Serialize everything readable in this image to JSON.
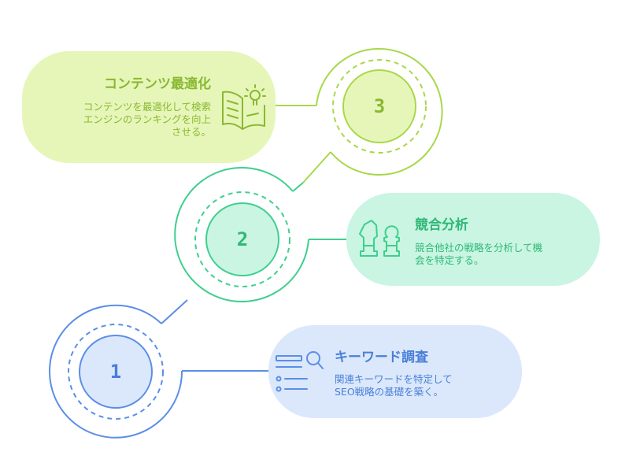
{
  "colors": {
    "step1": "#5b8ee6",
    "step1_fill": "#dbe8fb",
    "step2": "#3fcf8e",
    "step2_fill": "#c9f5e2",
    "step3": "#a8d84a",
    "step3_fill": "#e6f6b8",
    "step3_title": "#8ab833"
  },
  "steps": [
    {
      "number": "1",
      "title": "キーワード調査",
      "description": [
        "関連キーワードを特定して",
        "SEO戦略の基礎を築く。"
      ],
      "icon": "search-list-icon"
    },
    {
      "number": "2",
      "title": "競合分析",
      "description": [
        "競合他社の戦略を分析して機",
        "会を特定する。"
      ],
      "icon": "chess-pieces-icon"
    },
    {
      "number": "3",
      "title": "コンテンツ最適化",
      "description": [
        "コンテンツを最適化して検索",
        "エンジンのランキングを向上",
        "させる。"
      ],
      "icon": "book-lightbulb-icon"
    }
  ]
}
